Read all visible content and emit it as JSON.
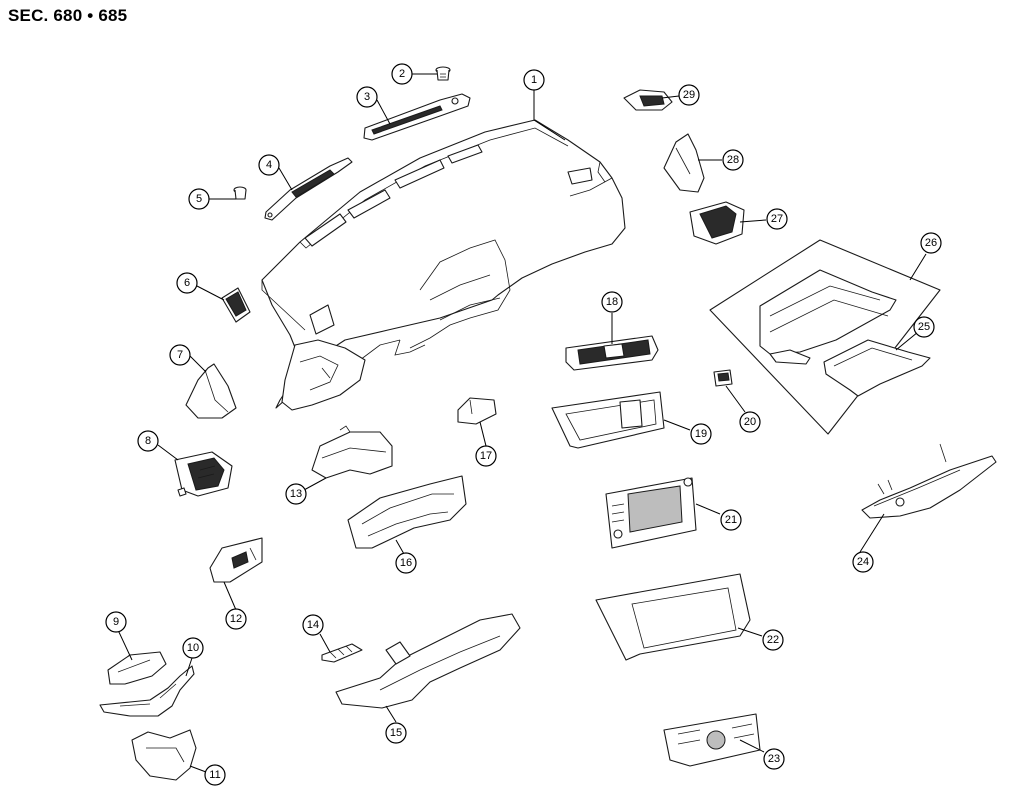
{
  "title": "SEC. 680 • 685",
  "callouts": [
    {
      "id": "1",
      "label": "1"
    },
    {
      "id": "2",
      "label": "2"
    },
    {
      "id": "3",
      "label": "3"
    },
    {
      "id": "4",
      "label": "4"
    },
    {
      "id": "5",
      "label": "5"
    },
    {
      "id": "6",
      "label": "6"
    },
    {
      "id": "7",
      "label": "7"
    },
    {
      "id": "8",
      "label": "8"
    },
    {
      "id": "9",
      "label": "9"
    },
    {
      "id": "10",
      "label": "10"
    },
    {
      "id": "11",
      "label": "11"
    },
    {
      "id": "12",
      "label": "12"
    },
    {
      "id": "13",
      "label": "13"
    },
    {
      "id": "14",
      "label": "14"
    },
    {
      "id": "15",
      "label": "15"
    },
    {
      "id": "16",
      "label": "16"
    },
    {
      "id": "17",
      "label": "17"
    },
    {
      "id": "18",
      "label": "18"
    },
    {
      "id": "19",
      "label": "19"
    },
    {
      "id": "20",
      "label": "20"
    },
    {
      "id": "21",
      "label": "21"
    },
    {
      "id": "22",
      "label": "22"
    },
    {
      "id": "23",
      "label": "23"
    },
    {
      "id": "24",
      "label": "24"
    },
    {
      "id": "25",
      "label": "25"
    },
    {
      "id": "26",
      "label": "26"
    },
    {
      "id": "27",
      "label": "27"
    },
    {
      "id": "28",
      "label": "28"
    },
    {
      "id": "29",
      "label": "29"
    }
  ]
}
